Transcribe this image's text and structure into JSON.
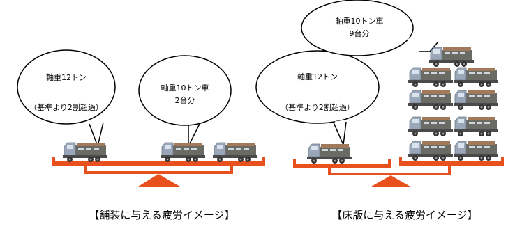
{
  "colors": {
    "scale": "#e8501e",
    "truck_cab": "#9aa7b8",
    "truck_bed": "#6b6b66",
    "truck_load": "#a07a5a",
    "wheel": "#333333",
    "bubble_stroke": "#000000"
  },
  "left_panel": {
    "bubble_single": {
      "line1": "軸重12トン",
      "line2": "（基準より2割超過）"
    },
    "bubble_double": {
      "line1": "軸重10トン車",
      "line2": "2台分"
    },
    "caption": "【舗装に与える疲労イメージ】"
  },
  "right_panel": {
    "bubble_single": {
      "line1": "軸重12トン",
      "line2": "（基準より2割超過）"
    },
    "bubble_stack": {
      "line1": "軸重10トン車",
      "line2": "9台分"
    },
    "caption": "【床版に与える疲労イメージ】"
  }
}
